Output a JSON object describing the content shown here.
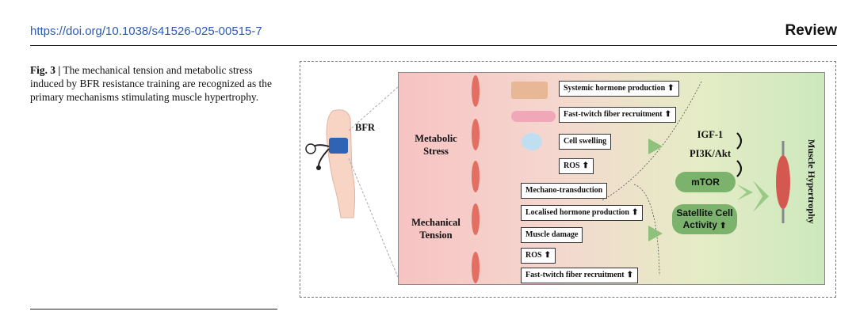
{
  "header": {
    "doi": "https://doi.org/10.1038/s41526-025-00515-7",
    "kind": "Review"
  },
  "caption": {
    "label": "Fig. 3 |",
    "text": " The mechanical tension and metabolic stress induced by BFR resistance training are recognized as the primary mechanisms stimulating muscle hypertrophy."
  },
  "figure": {
    "bfr_label": "BFR",
    "metabolic_stress": [
      "Metabolic",
      "Stress"
    ],
    "mechanical_tension": [
      "Mechanical",
      "Tension"
    ],
    "metabolic_items": [
      "Systemic hormone production",
      "Fast-twitch fiber recruitment",
      "Cell swelling",
      "ROS"
    ],
    "mechanical_items": [
      "Mechano-transduction",
      "Localised hormone production",
      "Muscle damage",
      "ROS",
      "Fast-twitch fiber recruitment"
    ],
    "pathway": {
      "igf": "IGF-1",
      "pi3k": "PI3K/Akt",
      "mtor": "mTOR",
      "satellite": [
        "Satellite Cell",
        "Activity"
      ]
    },
    "outcome": "Muscle Hypertrophy"
  },
  "colors": {
    "doi": "#2a5bb0",
    "green_pill": "#7bb36d",
    "panel_left": "#f6c3c2",
    "panel_right": "#cde8bd"
  }
}
